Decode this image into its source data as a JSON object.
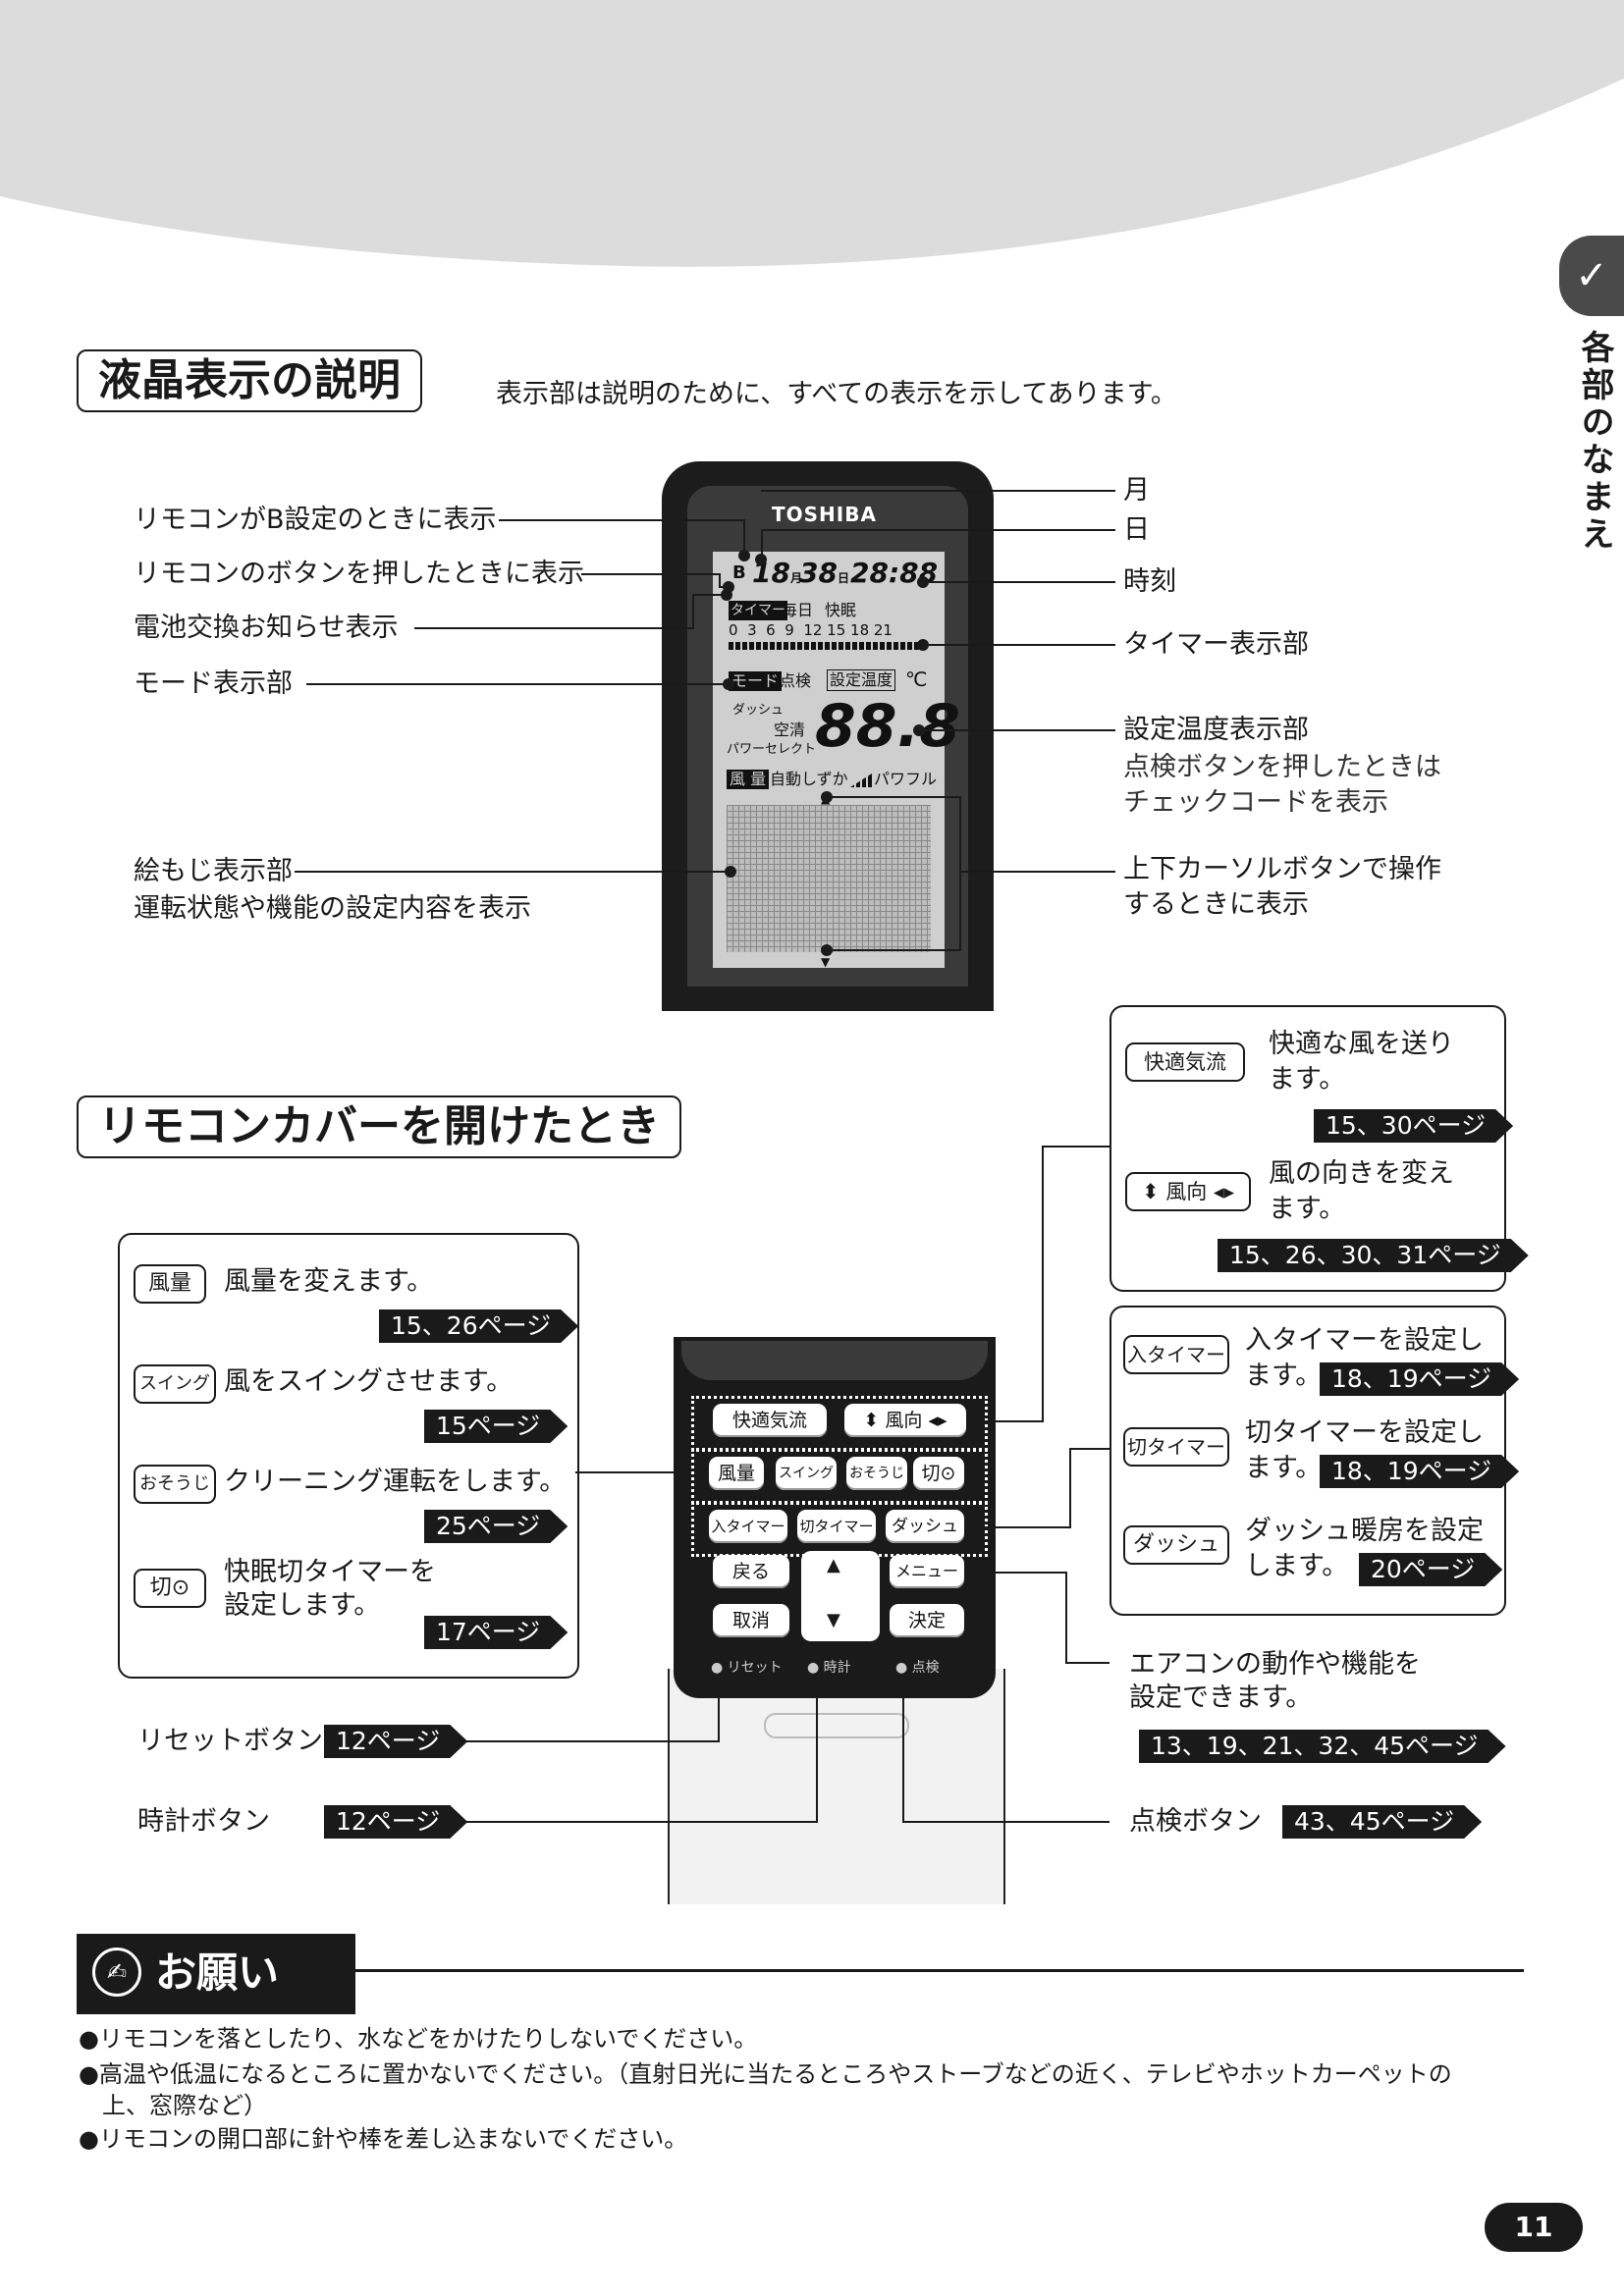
{
  "side_tab": {
    "label": "各部のなまえ"
  },
  "page_number": "11",
  "section1": {
    "title": "液晶表示の説明",
    "subtitle": "表示部は説明のために、すべての表示を示してあります。",
    "brand": "TOSHIBA",
    "labels_left": {
      "b_setting": "リモコンがB設定のときに表示",
      "button_pressed": "リモコンのボタンを押したときに表示",
      "battery": "電池交換お知らせ表示",
      "mode": "モード表示部",
      "pictogram": "絵もじ表示部",
      "pictogram_sub": "運転状態や機能の設定内容を表示"
    },
    "labels_right": {
      "month": "月",
      "day": "日",
      "time": "時刻",
      "timer": "タイマー表示部",
      "temp": "設定温度表示部",
      "temp_sub1": "点検ボタンを押したときは",
      "temp_sub2": "チェックコードを表示",
      "cursor1": "上下カーソルボタンで操作",
      "cursor2": "するときに表示"
    },
    "lcd": {
      "b_mark": "B",
      "month_value": "18",
      "month_unit": "月",
      "day_value": "38",
      "day_unit": "日",
      "clock": "28:88",
      "timer_tag": "タイマー",
      "daily": "毎日",
      "sleep": "快眠",
      "hours": "0  3  6  9  12 15 18 21",
      "mode_tag": "モード",
      "check": "点検",
      "set_temp": "設定温度",
      "celsius": "℃",
      "dash": "ダッシュ",
      "clean": "空清",
      "power_select": "パワーセレクト",
      "temp_value": "88.8",
      "fan_tag": "風 量",
      "fan_modes": "自動しずか",
      "powerful": "パワフル",
      "up_arrow": "▲",
      "down_arrow": "▼"
    }
  },
  "section2": {
    "title": "リモコンカバーを開けたとき",
    "left_box": [
      {
        "button": "風量",
        "desc": "風量を変えます。",
        "ref": "15、26ページ"
      },
      {
        "button": "スイング",
        "desc": "風をスイングさせます。",
        "ref": "15ページ"
      },
      {
        "button": "おそうじ",
        "desc": "クリーニング運転をします。",
        "ref": "25ページ"
      },
      {
        "button": "切⊙",
        "desc1": "快眠切タイマーを",
        "desc2": "設定します。",
        "ref": "17ページ"
      }
    ],
    "right_top_box": [
      {
        "button": "快適気流",
        "desc1": "快適な風を送り",
        "desc2": "ます。",
        "ref": "15、30ページ"
      },
      {
        "button": "⬍ 風向 ◂▸",
        "desc1": "風の向きを変え",
        "desc2": "ます。",
        "ref": "15、26、30、31ページ"
      }
    ],
    "right_mid_box": [
      {
        "button": "入タイマー",
        "desc1": "入タイマーを設定し",
        "desc2": "ます。",
        "ref": "18、19ページ"
      },
      {
        "button": "切タイマー",
        "desc1": "切タイマーを設定し",
        "desc2": "ます。",
        "ref": "18、19ページ"
      },
      {
        "button": "ダッシュ",
        "desc1": "ダッシュ暖房を設定",
        "desc2": "します。",
        "ref": "20ページ"
      }
    ],
    "menu_desc1": "エアコンの動作や機能を",
    "menu_desc2": "設定できます。",
    "menu_ref": "13、19、21、32、45ページ",
    "reset_label": "リセットボタン",
    "reset_ref": "12ページ",
    "clock_label": "時計ボタン",
    "clock_ref": "12ページ",
    "check_label": "点検ボタン",
    "check_ref": "43、45ページ",
    "remote": {
      "row1": [
        "快適気流",
        "⬍ 風向 ◂▸"
      ],
      "row2": [
        "風量",
        "スイング",
        "おそうじ",
        "切⊙"
      ],
      "row3": [
        "入タイマー",
        "切タイマー",
        "ダッシュ"
      ],
      "back": "戻る",
      "cancel": "取消",
      "menu": "メニュー",
      "ok": "決定",
      "up": "▲",
      "down": "▼",
      "reset": "● リセット",
      "clock": "● 時計",
      "check": "● 点検"
    }
  },
  "notice": {
    "title": "お願い",
    "items": [
      "●リモコンを落としたり、水などをかけたりしないでください。",
      "●高温や低温になるところに置かないでください。（直射日光に当たるところやストーブなどの近く、テレビやホットカーペットの",
      "　上、窓際など）",
      "●リモコンの開口部に針や棒を差し込まないでください。"
    ]
  }
}
